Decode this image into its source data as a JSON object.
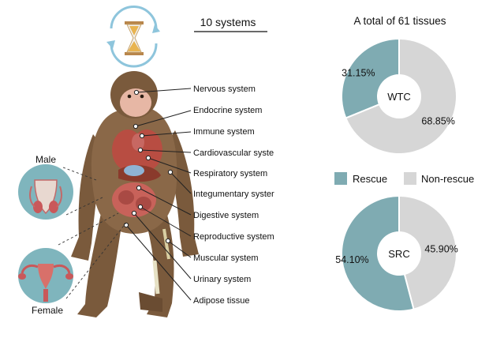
{
  "header": {
    "systems_title": "10 systems",
    "tissues_title": "A total of 61 tissues"
  },
  "systems": [
    "Nervous system",
    "Endocrine system",
    "Immune system",
    "Cardiovascular syste",
    "Respiratory system",
    "Integumentary syster",
    "Digestive system",
    "Reproductive system",
    "Muscular system",
    "Urinary system",
    "Adipose tissue"
  ],
  "insets": {
    "male_label": "Male",
    "female_label": "Female"
  },
  "legend": {
    "rescue_label": "Rescue",
    "nonrescue_label": "Non-rescue",
    "rescue_color": "#7fabb2",
    "nonrescue_color": "#d6d6d6"
  },
  "chart_data": [
    {
      "type": "pie",
      "center_label": "WTC",
      "categories": [
        "Rescue",
        "Non-rescue"
      ],
      "values": [
        31.15,
        68.85
      ],
      "value_labels": [
        "31.15%",
        "68.85%"
      ],
      "colors": [
        "#7fabb2",
        "#d6d6d6"
      ]
    },
    {
      "type": "pie",
      "center_label": "SRC",
      "categories": [
        "Rescue",
        "Non-rescue"
      ],
      "values": [
        54.1,
        45.9
      ],
      "value_labels": [
        "54.10%",
        "45.90%"
      ],
      "colors": [
        "#7fabb2",
        "#d6d6d6"
      ]
    }
  ]
}
